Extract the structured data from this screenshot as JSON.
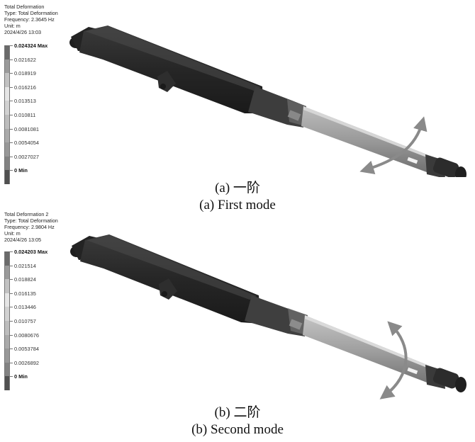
{
  "panel_a": {
    "info": {
      "title": "Total Deformation",
      "type": "Type: Total Deformation",
      "frequency": "Frequency: 2.3645 Hz",
      "unit": "Unit: m",
      "timestamp": "2024/4/26 13:03"
    },
    "legend": {
      "labels": [
        "0.024324 Max",
        "0.021622",
        "0.018919",
        "0.016216",
        "0.013513",
        "0.010811",
        "0.0081081",
        "0.0054054",
        "0.0027027",
        "0 Min"
      ],
      "colors": [
        "#6a6a6a",
        "#9a9a9a",
        "#c2c2c2",
        "#e6e6e6",
        "#d2d2d2",
        "#bdbdbd",
        "#aaaaaa",
        "#989898",
        "#828282",
        "#505050"
      ]
    },
    "caption_cn": "(a)  一阶",
    "caption_en": "(a)  First mode"
  },
  "panel_b": {
    "info": {
      "title": "Total Deformation 2",
      "type": "Type: Total Deformation",
      "frequency": "Frequency: 2.9804 Hz",
      "unit": "Unit: m",
      "timestamp": "2024/4/26 13:05"
    },
    "legend": {
      "labels": [
        "0.024203 Max",
        "0.021514",
        "0.018824",
        "0.016135",
        "0.013446",
        "0.010757",
        "0.0080676",
        "0.0053784",
        "0.0026892",
        "0 Min"
      ],
      "colors": [
        "#6a6a6a",
        "#9a9a9a",
        "#c2c2c2",
        "#e6e6e6",
        "#d2d2d2",
        "#bdbdbd",
        "#aaaaaa",
        "#989898",
        "#828282",
        "#505050"
      ]
    },
    "caption_cn": "(b)  二阶",
    "caption_en": "(b)  Second mode"
  },
  "colors": {
    "boom_dark": "#2b2b2b",
    "boom_mid": "#555555",
    "tip_section": "#9c9c9c",
    "arrow": "#8a8a8a"
  }
}
